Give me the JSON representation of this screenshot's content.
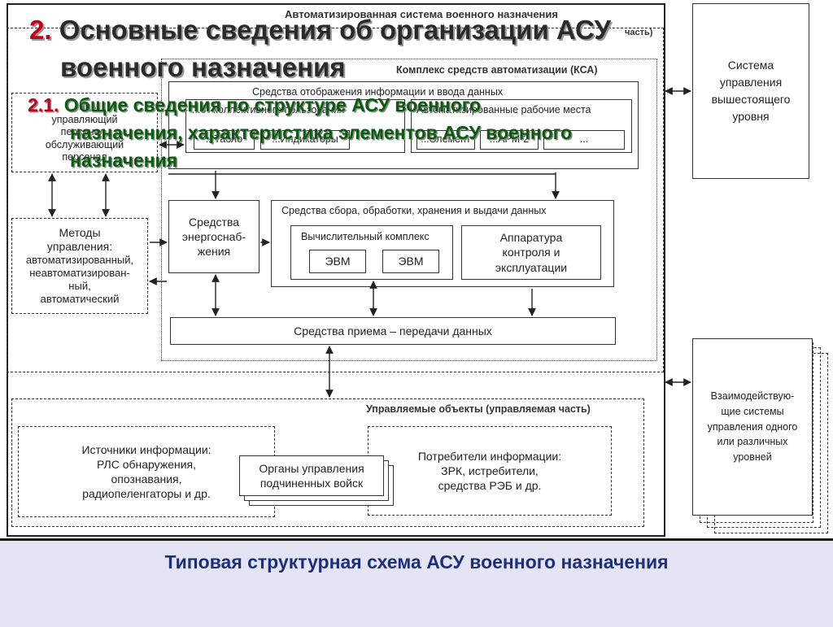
{
  "slide": {
    "title_num": "2.",
    "title_line1": "Основные сведения об организации АСУ",
    "title_line2": "военного назначения",
    "subtitle_num": "2.1.",
    "subtitle_line1": "Общие сведения по структуре АСУ военного",
    "subtitle_line2": "назначения, характеристика элементов АСУ военного",
    "subtitle_line3": "назначения"
  },
  "diagram": {
    "outer_label": "Автоматизированная система военного назначения",
    "outer_label_tail": "часть)",
    "ksa_label": "Комплекс средств автоматизации (КСА)",
    "display_label": "Средства отображения информации и ввода данных",
    "display_left_sub": "...от коллективного пользования",
    "display_right_sub": "Автоматизированные рабочие места",
    "display_cells": [
      "...Табло",
      "...Индикаторы",
      "...Элемент",
      "...АРМ-2",
      "..."
    ],
    "personnel_lines": [
      "...ицы",
      "управляющий",
      "персонал,",
      "обслуживающий",
      "персонал"
    ],
    "methods_lines": [
      "Методы",
      "управления:",
      "автоматизированный,",
      "неавтоматизирован-",
      "ный,",
      "автоматический"
    ],
    "power_lines": [
      "Средства",
      "энергоснаб-",
      "жения"
    ],
    "collect_label": "Средства сбора, обработки, хранения и выдачи данных",
    "compute_label": "Вычислительный комплекс",
    "evm1": "ЭВМ",
    "evm2": "ЭВМ",
    "control_lines": [
      "Аппаратура",
      "контроля и",
      "эксплуатации"
    ],
    "transfer_label": "Средства приема – передачи данных",
    "managed_label": "Управляемые объекты (управляемая часть)",
    "sources_lines": [
      "Источники информации:",
      "РЛС обнаружения,",
      "опознавания,",
      "радиопеленгаторы и др."
    ],
    "organs_lines": [
      "Органы управления",
      "подчиненных войск"
    ],
    "consumers_lines": [
      "Потребители информации:",
      "ЗРК, истребители,",
      "средства РЭБ и др."
    ],
    "higher_lines": [
      "Система",
      "управления",
      "вышестоящего",
      "уровня"
    ],
    "interact_lines": [
      "Взаимодействую-",
      "щие системы",
      "управления одного",
      "или различных",
      "уровней"
    ]
  },
  "footer": {
    "caption": "Типовая структурная схема АСУ военного назначения"
  }
}
